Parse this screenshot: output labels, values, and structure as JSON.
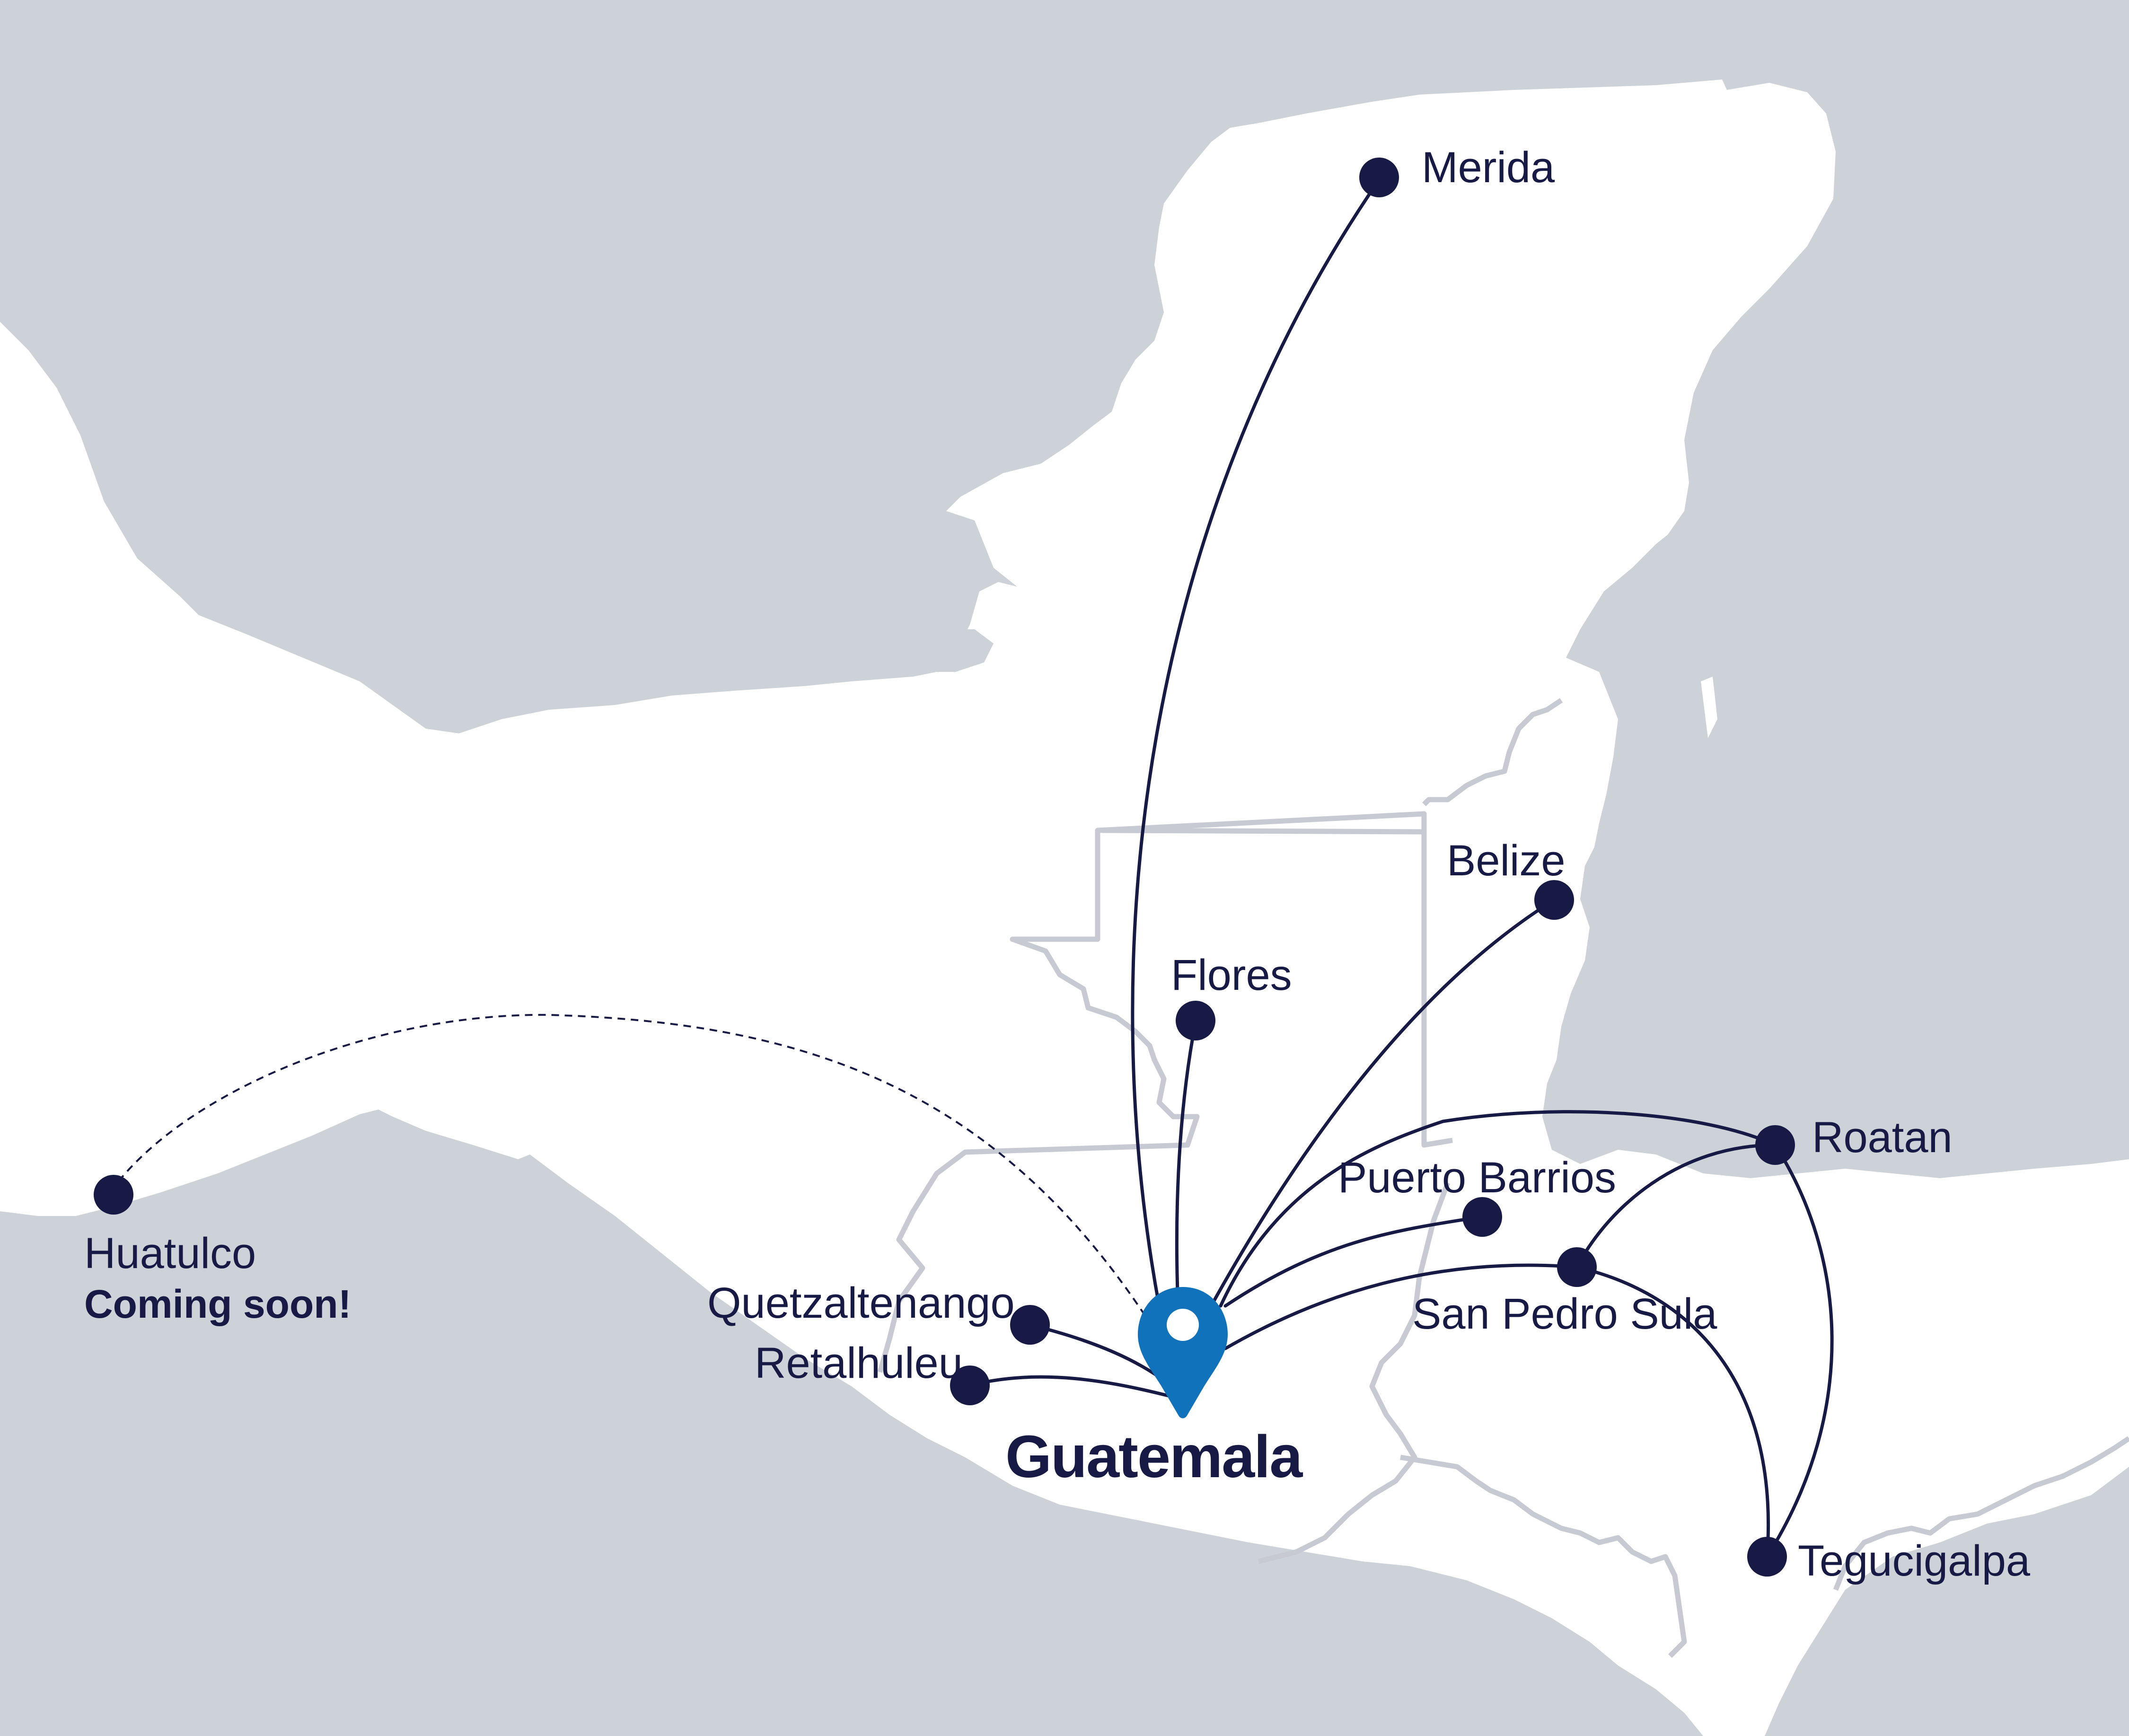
{
  "hub": {
    "label": "Guatemala",
    "marker_color": "#0f72ba"
  },
  "cities": {
    "merida": "Merida",
    "belize": "Belize",
    "flores": "Flores",
    "roatan": "Roatan",
    "puerto_barrios": "Puerto Barrios",
    "san_pedro_sula": "San Pedro Sula",
    "quetzaltenango": "Quetzaltenango",
    "retalhuleu": "Retalhuleu",
    "tegucigalpa": "Tegucigalpa",
    "huatulco": "Huatulco"
  },
  "huatulco_status": "Coming soon!",
  "colors": {
    "land": "#ffffff",
    "water": "#cdd1d8",
    "route": "#161a44",
    "border": "#c7cad3"
  }
}
